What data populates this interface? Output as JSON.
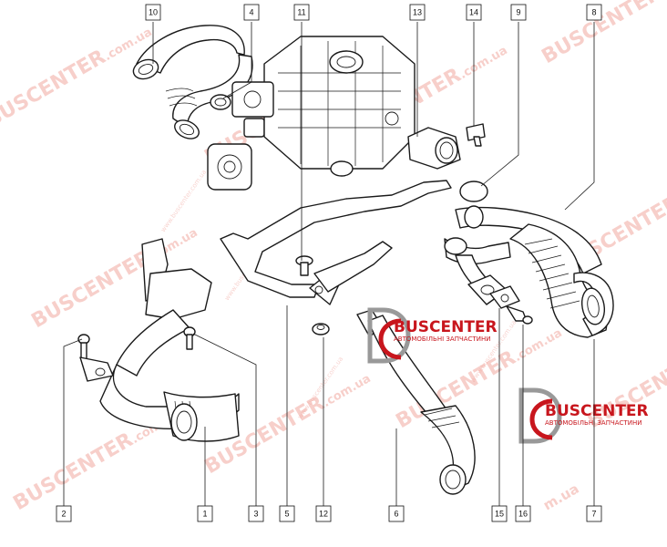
{
  "callouts": {
    "c1": "1",
    "c2": "2",
    "c3": "3",
    "c4": "4",
    "c5": "5",
    "c6": "6",
    "c7": "7",
    "c8": "8",
    "c9": "9",
    "c10": "10",
    "c11": "11",
    "c12": "12",
    "c13": "13",
    "c14": "14",
    "c15": "15",
    "c16": "16"
  },
  "watermark": {
    "brand": "BUSCENTER",
    "domain": ".com.ua",
    "domain_short": "m.ua",
    "site": "www.buscenter.com.ua"
  },
  "logo": {
    "name": "BUSCENTER",
    "subtitle": "АВТОМОБІЛЬНІ ЗАПЧАСТИНИ"
  },
  "colors": {
    "watermark": "#f1a8a0",
    "brand_red": "#c8161d",
    "line": "#1a1a1a"
  }
}
